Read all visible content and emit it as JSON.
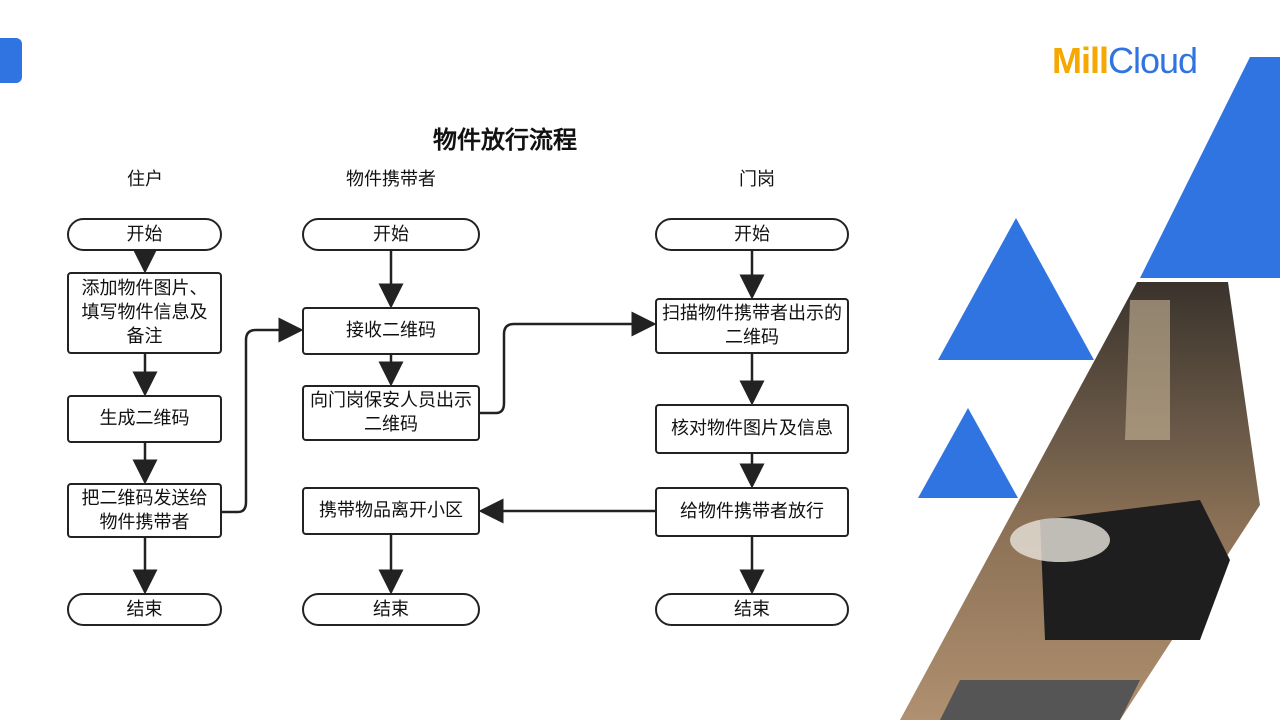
{
  "logo": {
    "part1": "Mill",
    "part2": "Cloud"
  },
  "title": "物件放行流程",
  "lanes": [
    "住户",
    "物件携带者",
    "门岗"
  ],
  "resident": {
    "start": "开始",
    "step1": "添加物件图片、填写物件信息及备注",
    "step2": "生成二维码",
    "step3": "把二维码发送给物件携带者",
    "end": "结束"
  },
  "carrier": {
    "start": "开始",
    "step1": "接收二维码",
    "step2": "向门岗保安人员出示二维码",
    "step3": "携带物品离开小区",
    "end": "结束"
  },
  "guard": {
    "start": "开始",
    "step1": "扫描物件携带者出示的二维码",
    "step2": "核对物件图片及信息",
    "step3": "给物件携带者放行",
    "end": "结束"
  },
  "colors": {
    "accent": "#2f74e0",
    "brand_orange": "#f5a800"
  }
}
